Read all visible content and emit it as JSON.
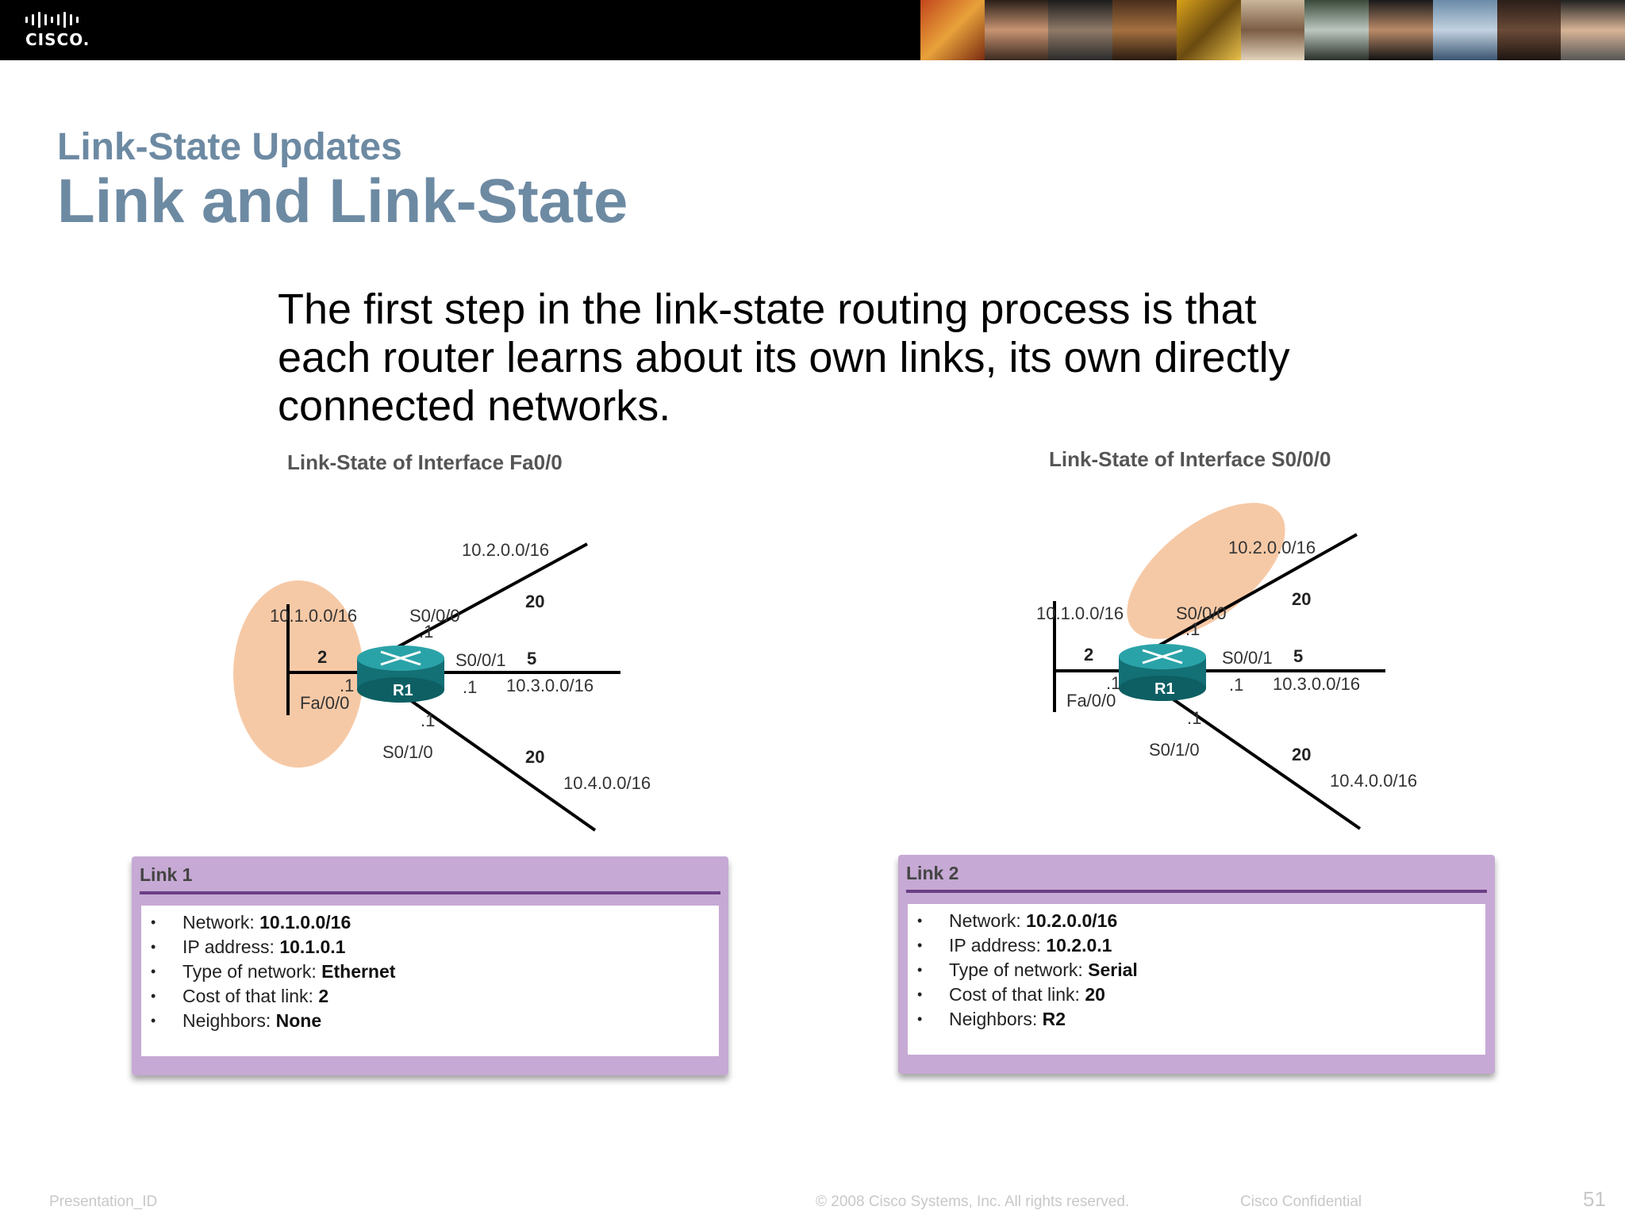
{
  "header": {
    "logo_text": "CISCO."
  },
  "slide": {
    "subtitle": "Link-State Updates",
    "title": "Link and Link-State",
    "body": "The first step in the link-state routing process is that each router learns about its own links, its own directly connected networks."
  },
  "diagrams": {
    "left": {
      "title": "Link-State of Interface Fa0/0",
      "router": "R1",
      "net_top": "10.2.0.0/16",
      "net_left": "10.1.0.0/16",
      "net_right": "10.3.0.0/16",
      "net_bottom": "10.4.0.0/16",
      "if_s000": "S0/0/0",
      "if_s001": "S0/0/1",
      "if_s010": "S0/1/0",
      "if_fa00": "Fa/0/0",
      "host_top": ".1",
      "host_left": ".1",
      "host_right": ".1",
      "host_bottom": ".1",
      "cost_top": "20",
      "cost_left": "2",
      "cost_right": "5",
      "cost_bottom": "20",
      "highlight": "10.1.0.0/16"
    },
    "right": {
      "title": "Link-State of Interface S0/0/0",
      "router": "R1",
      "net_top": "10.2.0.0/16",
      "net_left": "10.1.0.0/16",
      "net_right": "10.3.0.0/16",
      "net_bottom": "10.4.0.0/16",
      "if_s000": "S0/0/0",
      "if_s001": "S0/0/1",
      "if_s010": "S0/1/0",
      "if_fa00": "Fa/0/0",
      "host_top": ".1",
      "host_left": ".1",
      "host_right": ".1",
      "host_bottom": ".1",
      "cost_top": "20",
      "cost_left": "2",
      "cost_right": "5",
      "cost_bottom": "20",
      "highlight": "10.2.0.0/16"
    }
  },
  "links": {
    "left": {
      "title": "Link 1",
      "items": [
        {
          "label": "Network: ",
          "value": "10.1.0.0/16"
        },
        {
          "label": "IP address: ",
          "value": "10.1.0.1"
        },
        {
          "label": "Type of network: ",
          "value": "Ethernet"
        },
        {
          "label": "Cost of that link: ",
          "value": "2"
        },
        {
          "label": "Neighbors: ",
          "value": "None"
        }
      ]
    },
    "right": {
      "title": "Link 2",
      "items": [
        {
          "label": "Network: ",
          "value": "10.2.0.0/16"
        },
        {
          "label": "IP address: ",
          "value": "10.2.0.1"
        },
        {
          "label": "Type of network: ",
          "value": "Serial"
        },
        {
          "label": "Cost of that link: ",
          "value": "20"
        },
        {
          "label": "Neighbors: ",
          "value": "R2"
        }
      ]
    }
  },
  "footer": {
    "presentation_id": "Presentation_ID",
    "copyright": "© 2008 Cisco Systems, Inc. All rights reserved.",
    "confidential": "Cisco Confidential",
    "page_number": "51"
  },
  "colors": {
    "title": "#6d8aa3",
    "highlight": "#f6c9a6",
    "router": "#1f8a8f",
    "link_box": "#c6a9d4",
    "link_rule": "#6b3f86"
  }
}
